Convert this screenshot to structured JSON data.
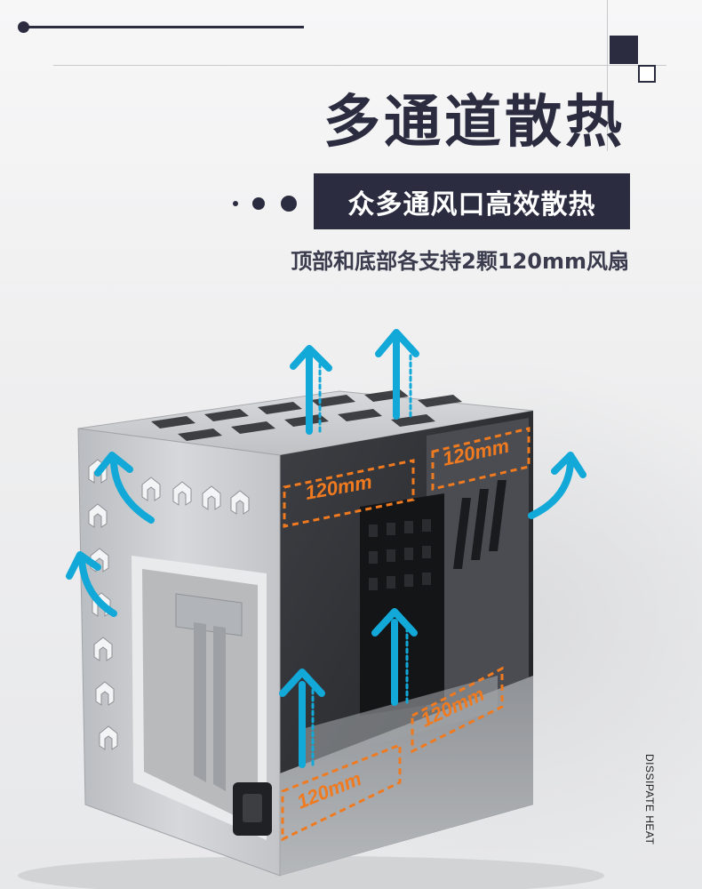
{
  "header": {
    "title": "多通道散热",
    "subtitle": "众多通风口高效散热",
    "description": "顶部和底部各支持2颗120mm风扇"
  },
  "side_label": "DISSIPATE HEAT",
  "fan_labels": [
    "120mm",
    "120mm",
    "120mm",
    "120mm"
  ],
  "colors": {
    "dark_navy": "#2b2c3f",
    "arrow_cyan": "#12a9d8",
    "fan_orange": "#f07a1f",
    "case_silver": "#c7c9cc"
  },
  "icons": [
    "airflow-arrow-icon",
    "case-illustration"
  ]
}
